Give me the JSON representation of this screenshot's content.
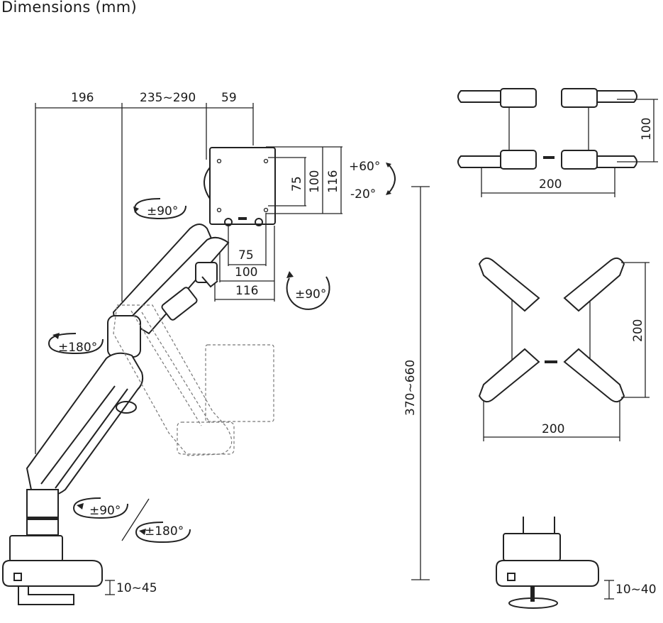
{
  "title": "Dimensions (mm)",
  "top_dimensions": [
    "196",
    "235~290",
    "59"
  ],
  "vesa_vertical": [
    "75",
    "100",
    "116"
  ],
  "vesa_horizontal": [
    "75",
    "100",
    "116"
  ],
  "tilt": {
    "up": "+60°",
    "down": "-20°"
  },
  "rotation_labels": {
    "head_swivel": "±90°",
    "rotate": "±90°",
    "elbow": "±180°",
    "base_swivel": "±90°",
    "base_rotate": "±180°"
  },
  "height_range": "370~660",
  "clamp_left": "10~45",
  "clamp_right": "10~40",
  "extension_top": {
    "height": "100",
    "width": "200"
  },
  "extension_bottom": {
    "height": "200",
    "width": "200"
  }
}
